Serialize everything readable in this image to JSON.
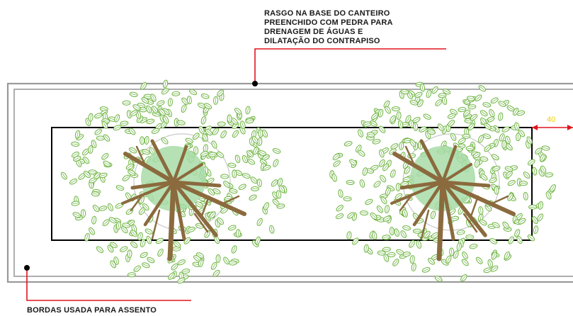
{
  "annotations": {
    "top_note_lines": [
      "RASGO NA BASE DO CANTEIRO",
      "PREENCHIDO COM PEDRA PARA",
      "DRENAGEM DE ÁGUAS E",
      "DILATAÇÃO DO CONTRAPISO"
    ],
    "bottom_note": "BORDAS USADA PARA ASSENTO",
    "dimension": "40"
  },
  "colors": {
    "leader": "#e0141e",
    "dimension": "#f2cf00",
    "foliage": "#6cb33f",
    "canopy": "#a8dca8",
    "trunk": "#8b6a3e",
    "outline": "#000000",
    "border": "#9a9a9a"
  },
  "trees": [
    {
      "name": "tree-left"
    },
    {
      "name": "tree-right"
    }
  ]
}
